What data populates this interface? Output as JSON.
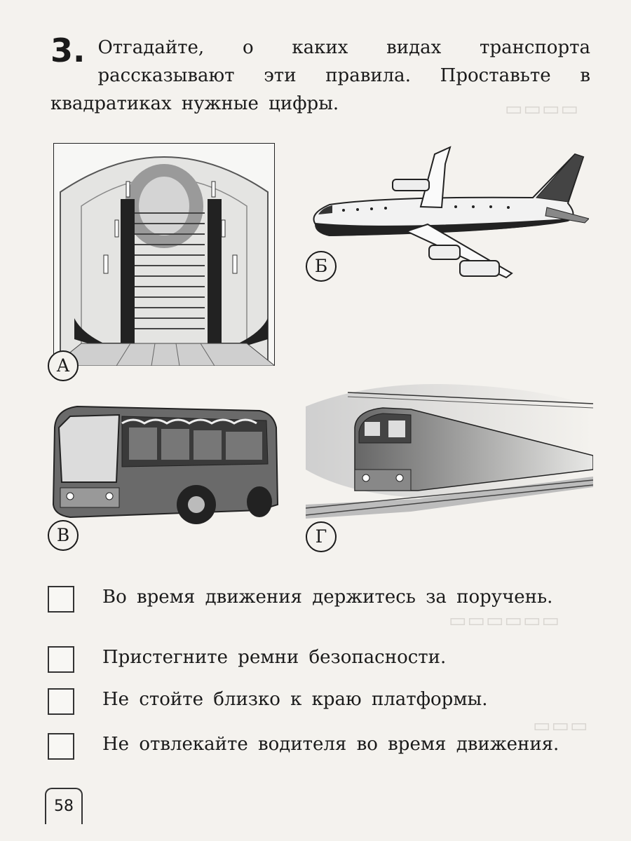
{
  "task": {
    "number": "3.",
    "text": "Отгадайте, о каких видах транспорта рассказывают эти правила. Проставьте в квадратиках нужные цифры."
  },
  "pictures": [
    {
      "letter": "А",
      "icon": "escalator-icon"
    },
    {
      "letter": "Б",
      "icon": "airplane-icon"
    },
    {
      "letter": "В",
      "icon": "bus-icon"
    },
    {
      "letter": "Г",
      "icon": "train-icon"
    }
  ],
  "rules": [
    {
      "text": "Во время движения держитесь за поручень."
    },
    {
      "text": "Пристегните ремни безопасности."
    },
    {
      "text": "Не стойте близко к краю платформы."
    },
    {
      "text": "Не отвлекайте водителя во время движения."
    }
  ],
  "page_number": "58"
}
